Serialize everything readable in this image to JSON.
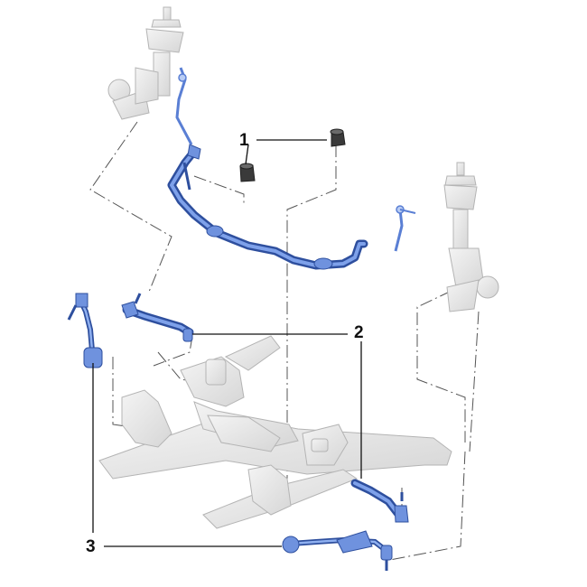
{
  "callouts": {
    "label_1": "1",
    "label_2": "2",
    "label_3": "3"
  },
  "colors": {
    "highlight_blue": "#5a7fd4",
    "highlight_blue_dark": "#2e4f9e",
    "bushing_dark": "#3a3a3a",
    "ghost_part_fill": "#e8e8e8",
    "ghost_part_stroke": "#b4b4b4",
    "leader_line": "#111111",
    "dash_dot_line": "#555555"
  },
  "icons": [
    "strut-assembly-icon",
    "stabilizer-bar-icon",
    "bushing-icon",
    "drop-link-icon",
    "tie-rod-icon",
    "control-arm-icon",
    "subframe-icon"
  ]
}
